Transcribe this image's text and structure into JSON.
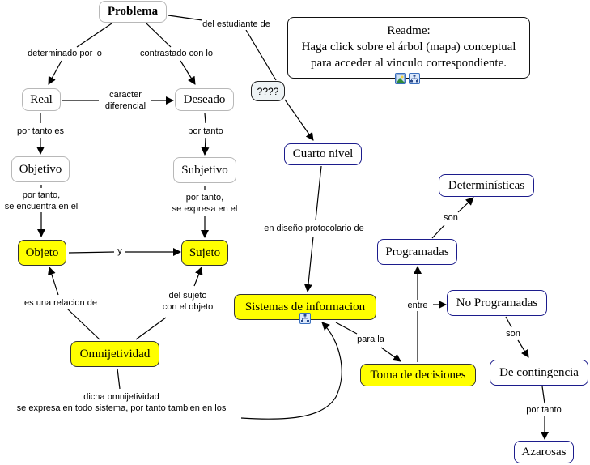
{
  "readme": {
    "title": "Readme:",
    "line1": "Haga click sobre el árbol (mapa) conceptual",
    "line2": "para acceder al vinculo correspondiente.",
    "icons": [
      "image-resource-icon",
      "concept-map-link-icon"
    ]
  },
  "nodes": {
    "problema": "Problema",
    "real": "Real",
    "deseado": "Deseado",
    "objetivo": "Objetivo",
    "subjetivo": "Subjetivo",
    "objeto": "Objeto",
    "sujeto": "Sujeto",
    "omnijetividad": "Omnijetividad",
    "question": "????",
    "cuarto_nivel": "Cuarto nivel",
    "sistemas": "Sistemas de informacion",
    "toma": "Toma de decisiones",
    "programadas": "Programadas",
    "deterministicas": "Determinísticas",
    "no_programadas": "No Programadas",
    "contingencia": "De contingencia",
    "azarosas": "Azarosas"
  },
  "links": {
    "determinado": "determinado por lo",
    "contrastado": "contrastado con lo",
    "estudiante": "del estudiante de",
    "caracter_1": "caracter",
    "caracter_2": "diferencial",
    "portanto_es": "por tanto es",
    "portanto": "por tanto",
    "encuentra_1": "por tanto,",
    "encuentra_2": "se encuentra en el",
    "expresa_1": "por tanto,",
    "expresa_2": "se expresa en el",
    "y": "y",
    "relacion": "es una relacion de",
    "sujeto_1": "del sujeto",
    "sujeto_2": "con el objeto",
    "dicha_1": "dicha omnijetividad",
    "dicha_2": "se expresa en todo sistema, por tanto tambien en los",
    "protocolario": "en diseño protocolario de",
    "para_la": "para la",
    "entre": "entre",
    "son_1": "son",
    "son_2": "son",
    "portanto_2": "por tanto"
  },
  "colors": {
    "highlight": "#ffff00",
    "blue_border": "#1c1c8c",
    "gray_border": "#b8b8b8",
    "question_fill": "#eef3f5"
  }
}
